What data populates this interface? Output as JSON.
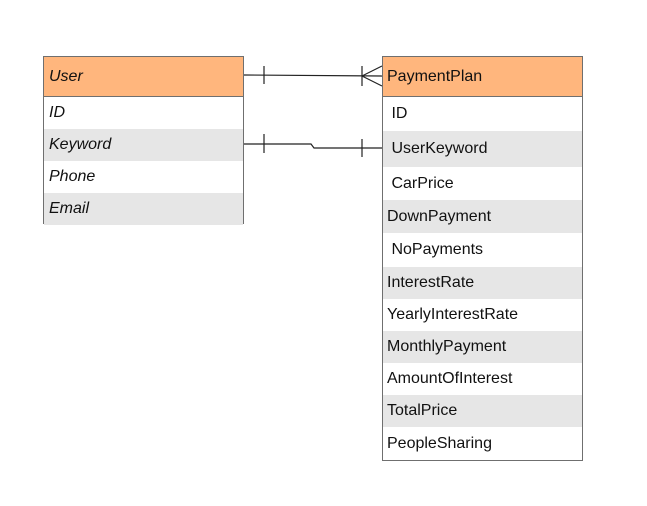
{
  "entities": {
    "user": {
      "title": "User",
      "fields": [
        "ID",
        "Keyword",
        "Phone",
        "Email"
      ]
    },
    "payment_plan": {
      "title": "PaymentPlan",
      "fields": [
        " ID",
        " UserKeyword",
        " CarPrice",
        "DownPayment",
        " NoPayments",
        "InterestRate",
        "YearlyInterestRate",
        "MonthlyPayment",
        "AmountOfInterest",
        "TotalPrice",
        "PeopleSharing"
      ]
    }
  },
  "relationships": [
    {
      "from": "User",
      "to": "PaymentPlan",
      "from_cardinality": "one",
      "to_cardinality": "many"
    },
    {
      "from": "User.Keyword",
      "to": "PaymentPlan.UserKeyword",
      "from_cardinality": "one",
      "to_cardinality": "one"
    }
  ],
  "colors": {
    "header_fill": "#ffb67d",
    "alt_row_fill": "#e6e6e6",
    "border": "#6f6f6f",
    "line": "#222222"
  }
}
